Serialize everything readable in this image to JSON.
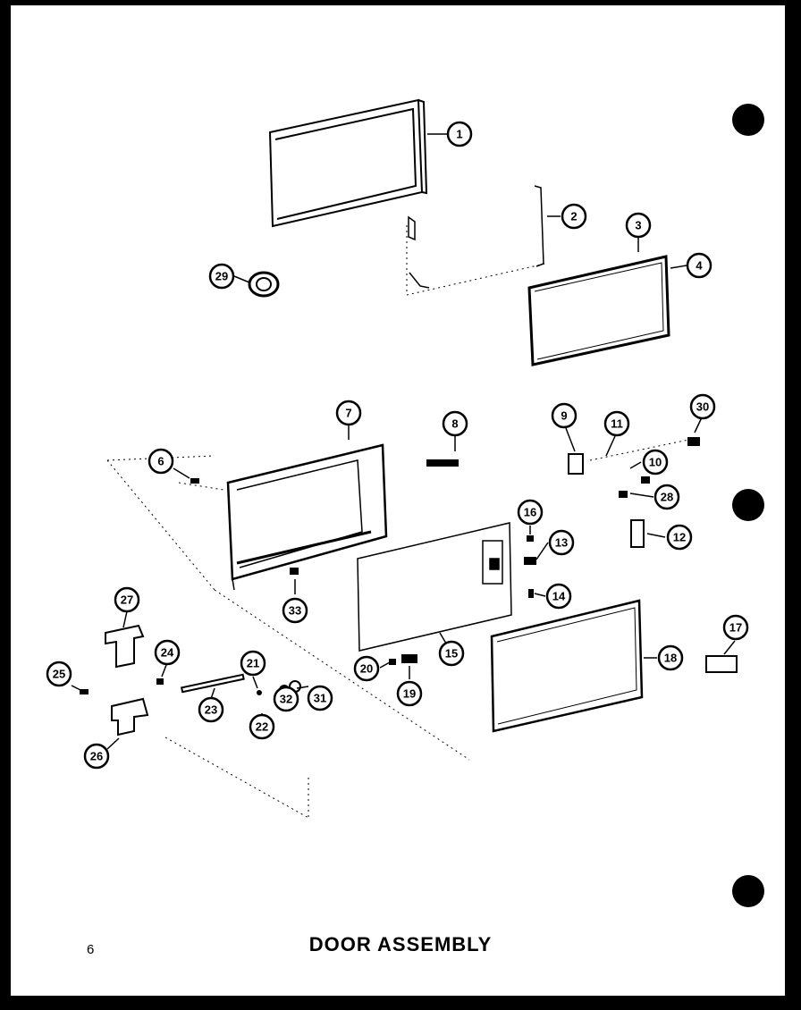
{
  "title": "DOOR ASSEMBLY",
  "page_number": "6",
  "callouts": [
    "1",
    "2",
    "3",
    "4",
    "6",
    "7",
    "8",
    "9",
    "10",
    "11",
    "12",
    "13",
    "14",
    "15",
    "16",
    "17",
    "18",
    "19",
    "20",
    "21",
    "22",
    "23",
    "24",
    "25",
    "26",
    "27",
    "28",
    "29",
    "30",
    "31",
    "32",
    "33"
  ]
}
